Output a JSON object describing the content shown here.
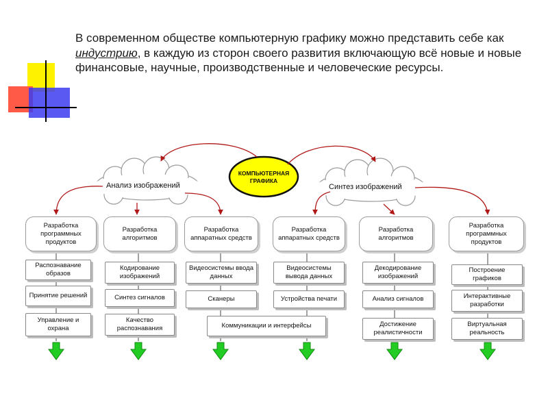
{
  "intro": {
    "part1": "В современном обществе компьютерную графику можно представить себе как ",
    "keyword": "индустрию",
    "part2": ", в каждую из сторон своего развития включающую всё новые и новые финансовые, научные, производственные и человеческие ресурсы."
  },
  "diagram": {
    "core": {
      "line1": "Компьютерная",
      "line2": "графика"
    },
    "left_cloud": "Анализ изображений",
    "right_cloud": "Синтез изображений",
    "columns": [
      {
        "header": "Разработка программных продуктов",
        "items": [
          "Распознавание образов",
          "Принятие решений",
          "Управление и охрана"
        ]
      },
      {
        "header": "Разработка алгоритмов",
        "items": [
          "Кодирование изображений",
          "Синтез сигналов",
          "Качество распознавания"
        ]
      },
      {
        "header": "Разработка аппаратных средств",
        "items": [
          "Видеосистемы ввода данных",
          "Сканеры"
        ]
      },
      {
        "header": "Разработка аппаратных средств",
        "items": [
          "Видеосистемы вывода данных",
          "Устройства печати"
        ]
      },
      {
        "header": "Разработка алгоритмов",
        "items": [
          "Декодирование изображений",
          "Анализ сигналов",
          "Достижение реалистичности"
        ]
      },
      {
        "header": "Разработка программных продуктов",
        "items": [
          "Построение графиков",
          "Интерактивные разработки",
          "Виртуальная реальность"
        ]
      }
    ],
    "shared_item": "Коммуникации и интерфейсы"
  },
  "colors": {
    "core_fill": "#ffff00",
    "connector": "#b01818",
    "arrow": "#22cc22"
  }
}
